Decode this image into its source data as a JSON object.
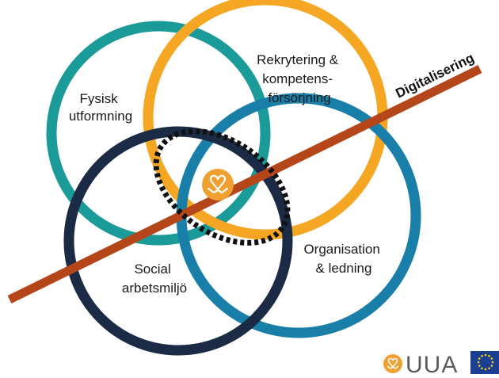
{
  "diagram": {
    "circles": [
      {
        "id": "fysisk",
        "lines": [
          "Fysisk",
          "utformning"
        ],
        "color": "#1a9b9a"
      },
      {
        "id": "rekrytering",
        "lines": [
          "Rekrytering &",
          "kompetens-",
          "försörjning"
        ],
        "color": "#f5a623"
      },
      {
        "id": "organisation",
        "lines": [
          "Organisation",
          "& ledning"
        ],
        "color": "#1a7fa8"
      },
      {
        "id": "social",
        "lines": [
          "Social",
          "arbetsmiljö"
        ],
        "color": "#1b2a45"
      }
    ],
    "axis": {
      "label": "Digitalisering",
      "color": "#b5461a"
    },
    "center": {
      "icon": "handshake-heart-icon",
      "color": "#f0a030",
      "dash_color": "#111111"
    }
  },
  "branding": {
    "logo_icon": "handshake-heart-icon",
    "logo_text": "UUA",
    "eu_flag_icon": "eu-flag-icon",
    "eu_colors": {
      "blue": "#1c3f94",
      "star": "#f5d400"
    }
  }
}
